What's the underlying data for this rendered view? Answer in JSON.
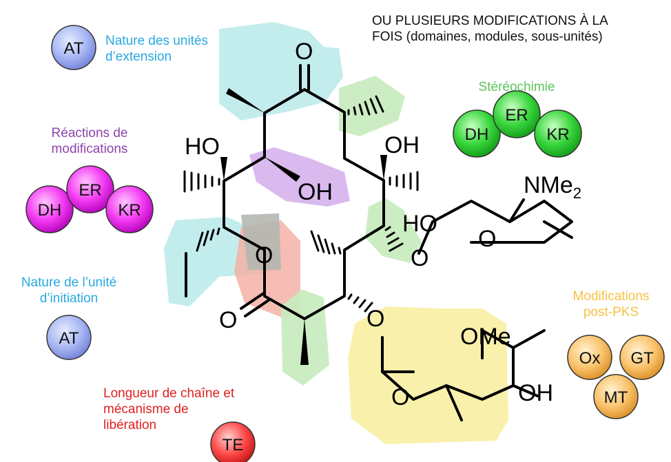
{
  "header": {
    "line1": "OU PLUSIEURS MODIFICATIONS À LA",
    "line2": "FOIS (domaines, modules, sous-unités)"
  },
  "extension": {
    "label_line1": "Nature des unités",
    "label_line2": "d’extension",
    "domain": "AT",
    "color": "#29a9e0"
  },
  "reactions": {
    "label_line1": "Réactions de",
    "label_line2": "modifications",
    "domains": [
      "DH",
      "ER",
      "KR"
    ],
    "color": "#8e44ad"
  },
  "initiation": {
    "label_line1": "Nature de l’unité",
    "label_line2": "d’initiation",
    "domain": "AT",
    "color": "#29a9e0"
  },
  "chain": {
    "label_line1": "Longueur de chaîne et",
    "label_line2": "mécanisme de",
    "label_line3": "libération",
    "domain": "TE",
    "color": "#e02020"
  },
  "stereo": {
    "label": "Stéréochimie",
    "domains": [
      "DH",
      "ER",
      "KR"
    ],
    "color": "#5cc55c"
  },
  "postpks": {
    "label_line1": "Modifications",
    "label_line2": "post-PKS",
    "domains": [
      "Ox",
      "GT",
      "MT"
    ],
    "color": "#f6c344"
  },
  "molecule": {
    "atoms": {
      "o_ketone": "O",
      "ho_left": "HO",
      "oh_mid": "OH",
      "oh_right": "OH",
      "o_ring": "O",
      "o_carbonyl": "O",
      "o_link": "O",
      "ho_sugar": "HO",
      "o_sugar_ring": "O",
      "o_sugar_link": "O",
      "nme2": "NMe",
      "nme2_sub": "2",
      "ome": "OMe",
      "oh_sugar2": "OH",
      "o_sugar2_ring": "O"
    }
  }
}
